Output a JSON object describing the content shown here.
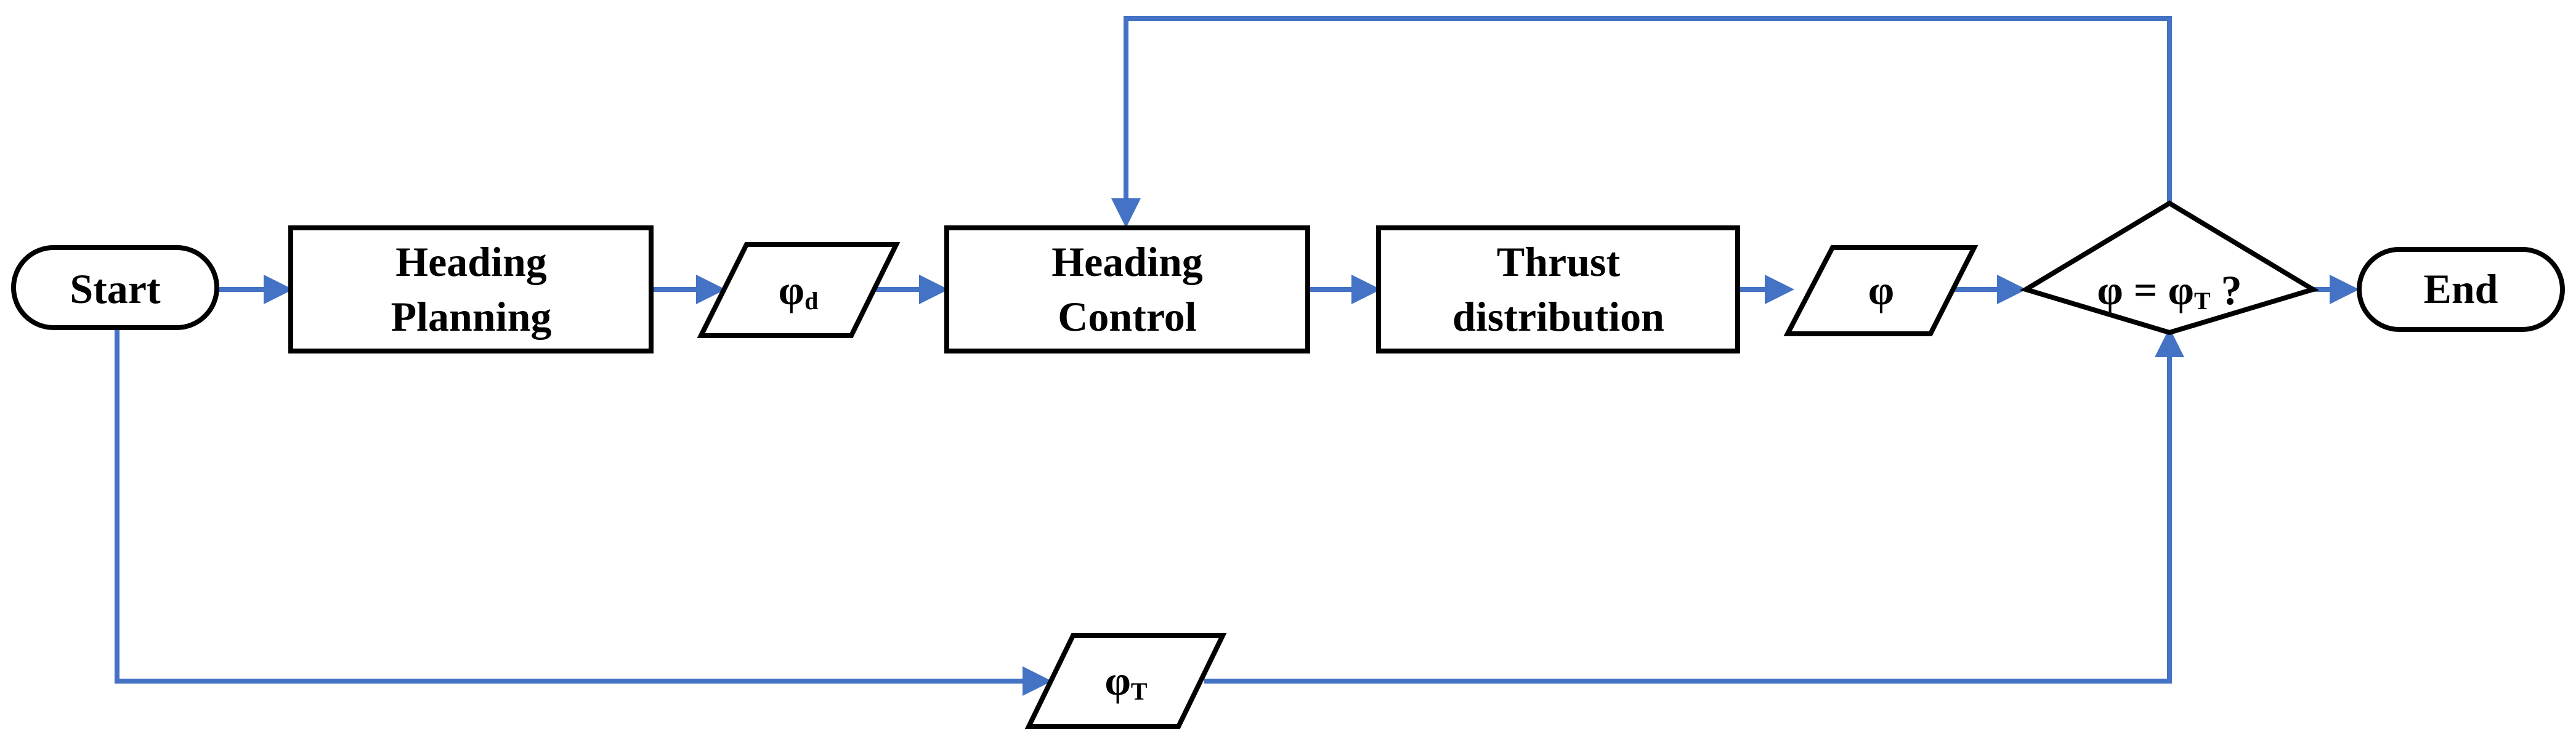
{
  "colors": {
    "edge": "#4472C4",
    "outline": "#000000",
    "fill": "#ffffff"
  },
  "nodes": {
    "start": {
      "label": "Start"
    },
    "heading_planning": {
      "line1": "Heading",
      "line2": "Planning"
    },
    "phi_d": {
      "symbol": "φ",
      "subscript": "d"
    },
    "heading_control": {
      "line1": "Heading",
      "line2": "Control"
    },
    "thrust_distribution": {
      "line1": "Thrust",
      "line2": "distribution"
    },
    "phi": {
      "symbol": "φ"
    },
    "decision": {
      "left": "φ = φ",
      "subscript": "T",
      "right": " ?"
    },
    "end": {
      "label": "End"
    },
    "phi_t": {
      "symbol": "φ",
      "subscript": "T"
    }
  }
}
